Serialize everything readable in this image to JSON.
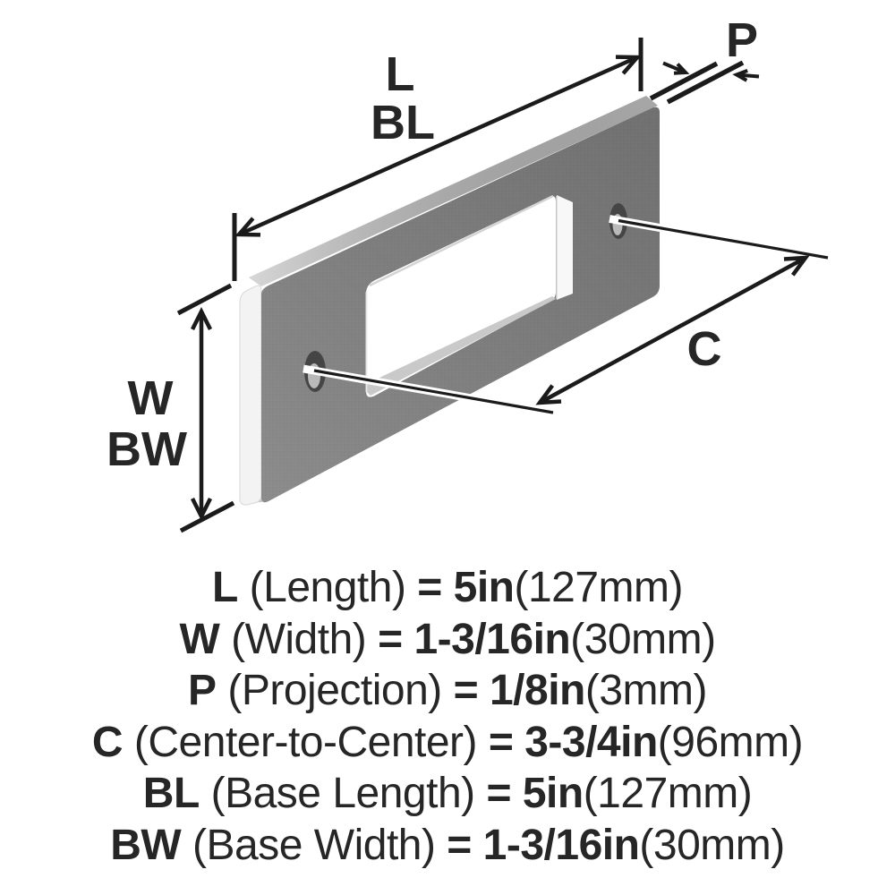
{
  "title": "Backplate dimension diagram",
  "colors": {
    "background": "#ffffff",
    "line": "#1b1b1b",
    "text": "#262626",
    "plate_front": "#7d7d7d",
    "plate_top": "#b6b6b6",
    "plate_edge": "#f3f3f3",
    "cutout_wall": "#f8f8f8",
    "hole": "#454545"
  },
  "diagram": {
    "labels": {
      "length": "L",
      "base_length": "BL",
      "projection": "P",
      "center_to_center": "C",
      "width": "W",
      "base_width": "BW"
    }
  },
  "specs": [
    {
      "symbol": "L",
      "name": " (Length) ",
      "value": "= 5in",
      "metric": "(127mm)"
    },
    {
      "symbol": "W",
      "name": " (Width) ",
      "value": "= 1-3/16in",
      "metric": "(30mm)"
    },
    {
      "symbol": "P",
      "name": " (Projection) ",
      "value": "= 1/8in",
      "metric": "(3mm)"
    },
    {
      "symbol": "C",
      "name": " (Center-to-Center) ",
      "value": "= 3-3/4in",
      "metric": "(96mm)"
    },
    {
      "symbol": "BL",
      "name": " (Base Length) ",
      "value": "= 5in",
      "metric": "(127mm)"
    },
    {
      "symbol": "BW",
      "name": " (Base Width) ",
      "value": "= 1-3/16in",
      "metric": "(30mm)"
    }
  ]
}
